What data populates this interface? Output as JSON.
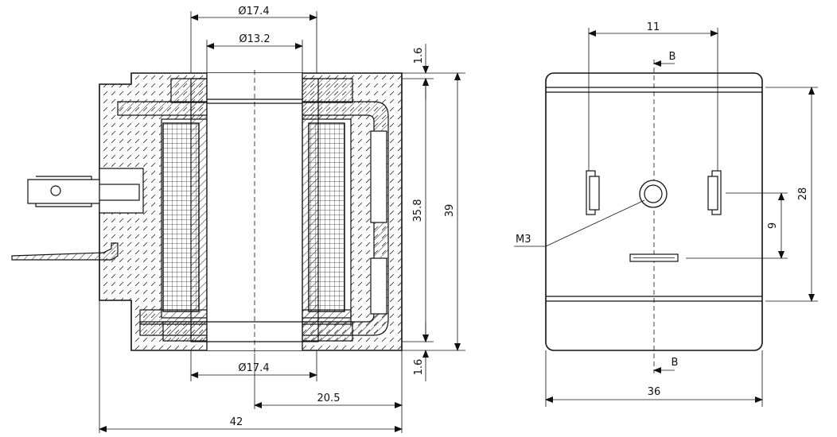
{
  "dimensions": {
    "side_top_outer_dia": "Ø17.4",
    "side_top_inner_dia": "Ø13.2",
    "side_bottom_dia": "Ø17.4",
    "side_offset": "20.5",
    "side_total_width": "42",
    "top_thickness": "1.6",
    "bottom_thickness": "1.6",
    "inner_height": "35.8",
    "total_height": "39",
    "pin_spacing": "11",
    "section_top": "B",
    "section_bottom": "B",
    "thread": "M3",
    "pin_offset": "9",
    "connector_height": "28",
    "front_width": "36"
  }
}
